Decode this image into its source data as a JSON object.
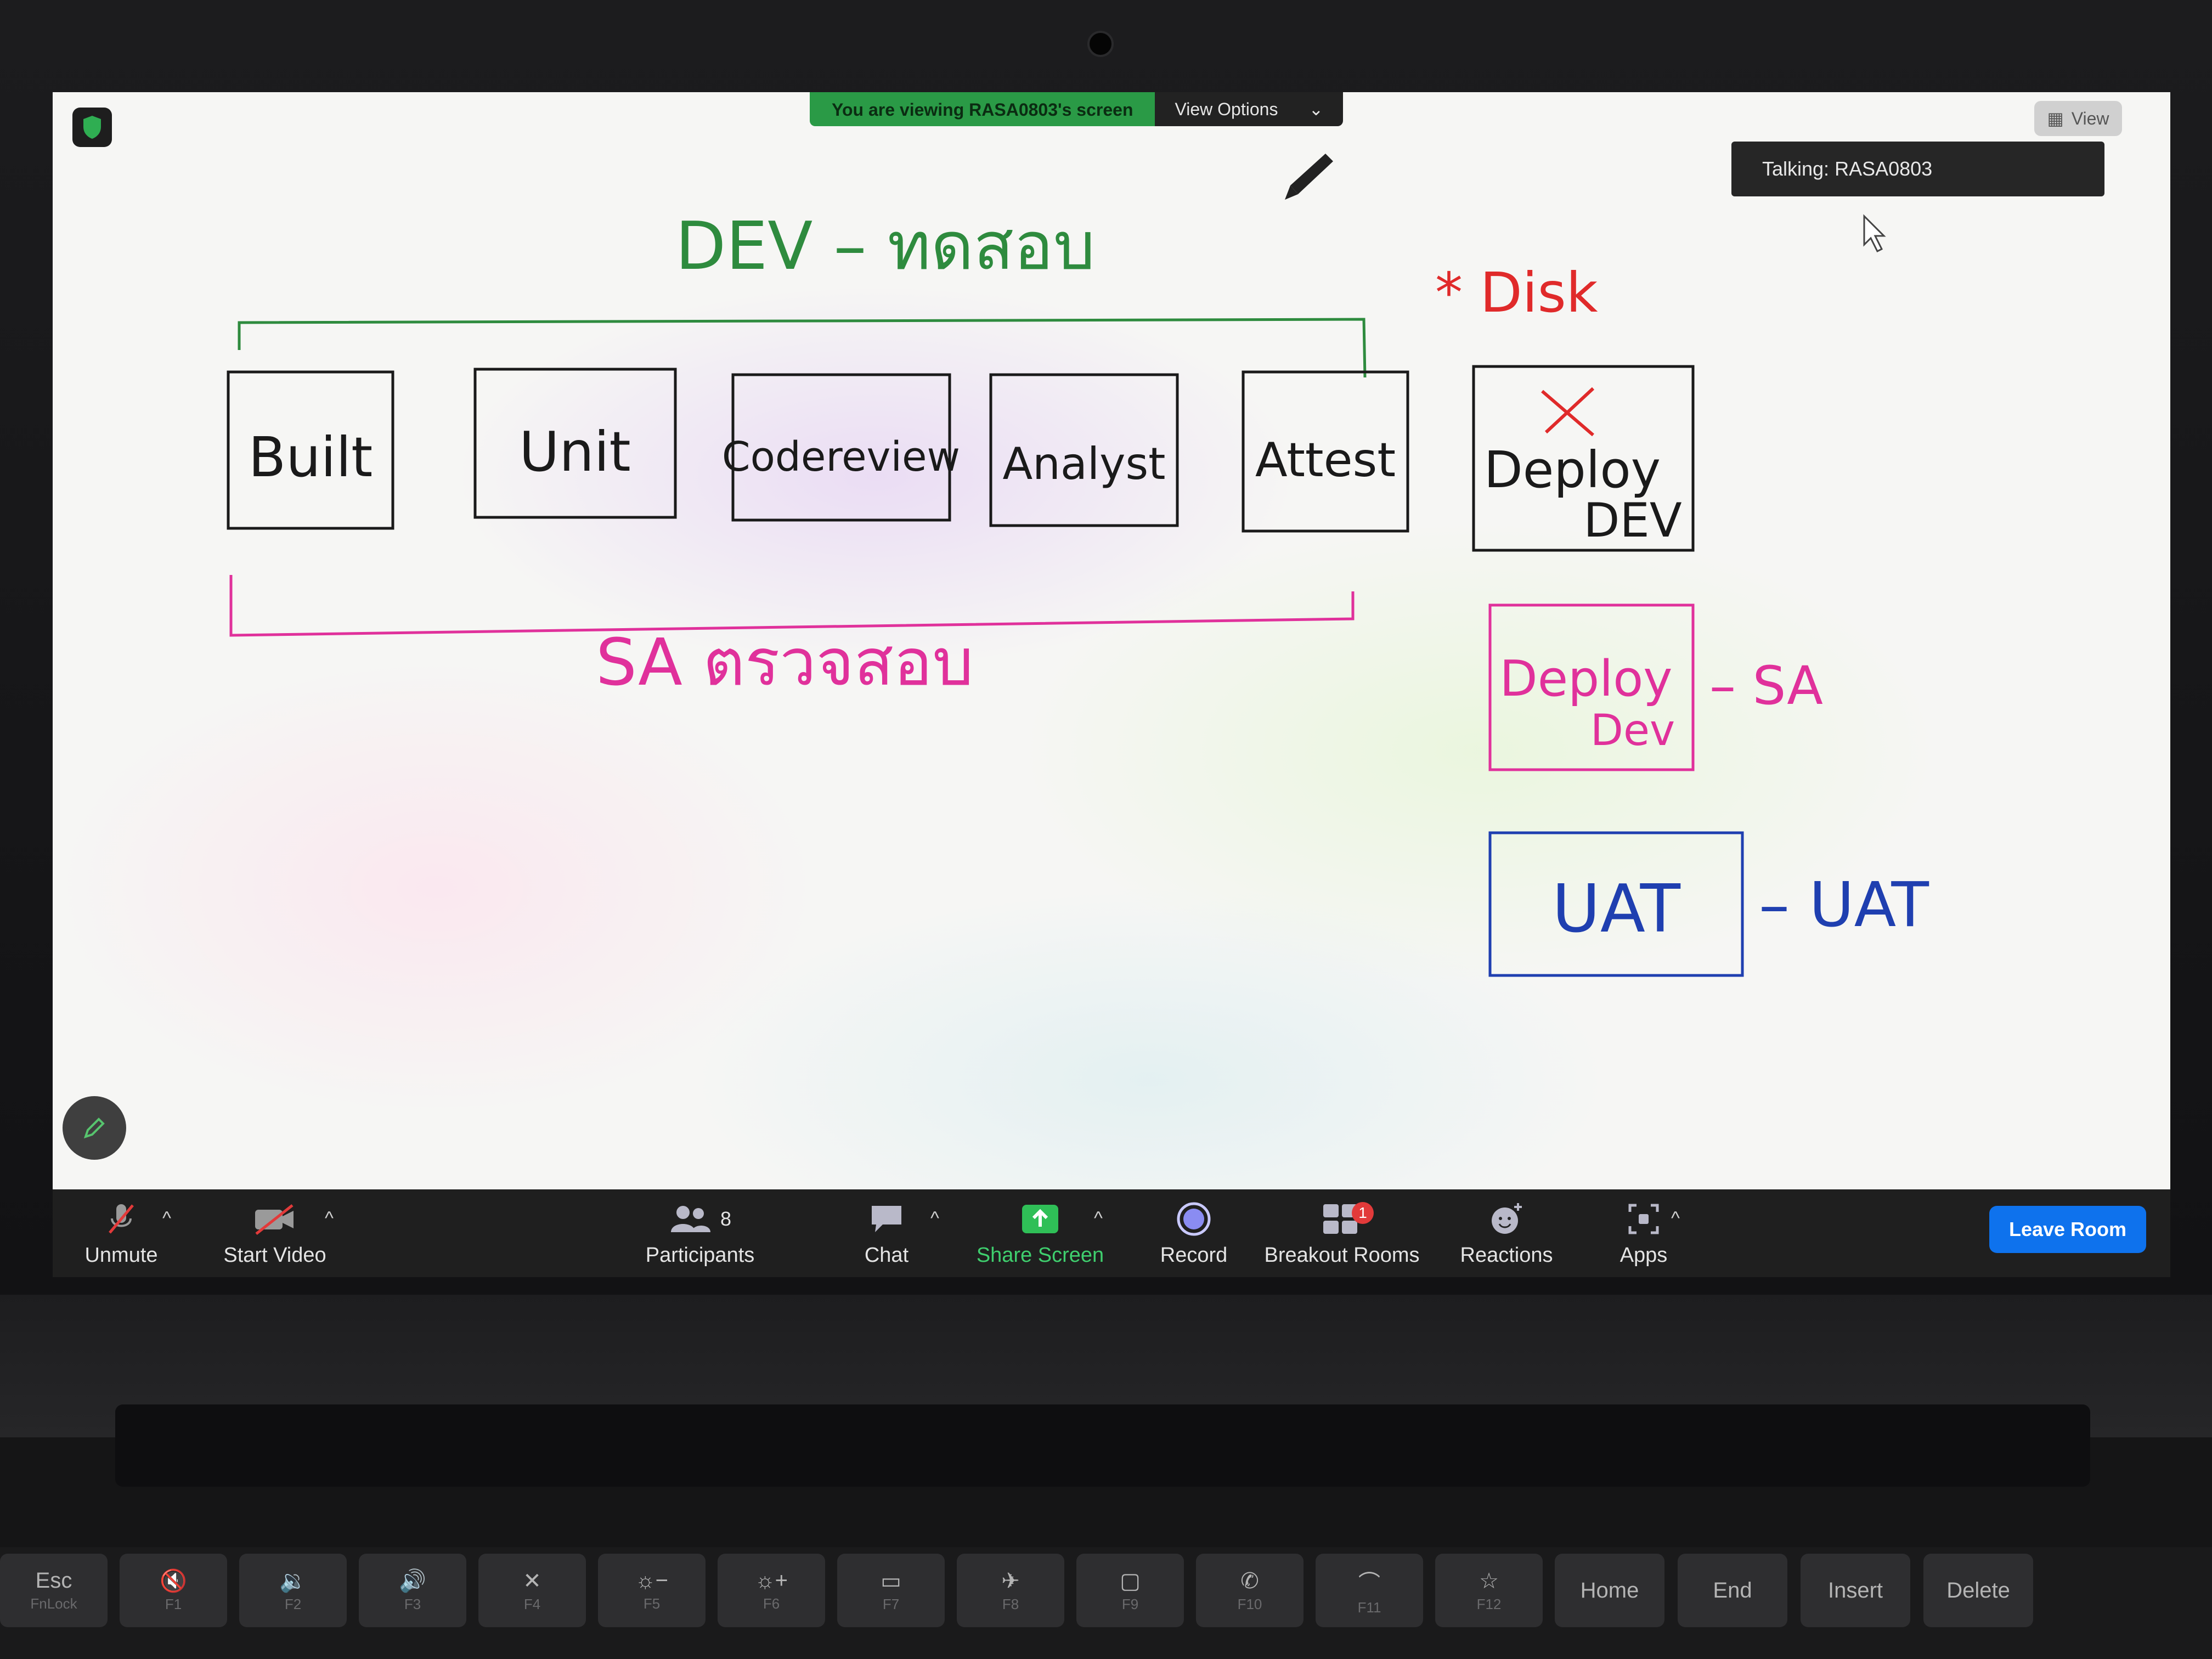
{
  "share_bar": {
    "banner_text": "You are viewing RASA0803's screen",
    "view_options_label": "View Options",
    "view_button_label": "View"
  },
  "talking_indicator": "Talking: RASA0803",
  "whiteboard": {
    "texts": {
      "dev_title": "DEV – ทดสอบ",
      "disk_note": "* Disk",
      "sa_note": "SA ตรวจสอบ",
      "dash_sa": "– SA",
      "dash_uat": "– UAT",
      "box_built": "Built",
      "box_unit": "Unit",
      "box_codereview": "Codereview",
      "box_analyst": "Analyst",
      "box_attest": "Attest",
      "box_deploy1_a": "Deploy",
      "box_deploy1_b": "DEV",
      "box_deploy2_a": "Deploy",
      "box_deploy2_b": "Dev",
      "box_uat": "UAT"
    },
    "colors": {
      "ink_black": "#1a1a1a",
      "ink_green": "#2e8b3e",
      "ink_red": "#e02a2a",
      "ink_pink": "#e0319b",
      "ink_blue": "#1f3fb0"
    }
  },
  "toolbar": {
    "unmute_label": "Unmute",
    "start_video_label": "Start Video",
    "participants_label": "Participants",
    "participants_count": "8",
    "chat_label": "Chat",
    "share_screen_label": "Share Screen",
    "record_label": "Record",
    "breakout_label": "Breakout Rooms",
    "breakout_badge": "1",
    "reactions_label": "Reactions",
    "apps_label": "Apps",
    "leave_label": "Leave Room"
  },
  "keyboard": {
    "keys": [
      {
        "label": "Esc",
        "sub": "FnLock"
      },
      {
        "label": "🔇",
        "sub": "F1"
      },
      {
        "label": "🔉",
        "sub": "F2"
      },
      {
        "label": "🔊",
        "sub": "F3"
      },
      {
        "label": "✕",
        "sub": "F4"
      },
      {
        "label": "☼−",
        "sub": "F5"
      },
      {
        "label": "☼+",
        "sub": "F6"
      },
      {
        "label": "▭",
        "sub": "F7"
      },
      {
        "label": "✈",
        "sub": "F8"
      },
      {
        "label": "▢",
        "sub": "F9"
      },
      {
        "label": "✆",
        "sub": "F10"
      },
      {
        "label": "⌒",
        "sub": "F11"
      },
      {
        "label": "☆",
        "sub": "F12"
      },
      {
        "label": "Home",
        "sub": ""
      },
      {
        "label": "End",
        "sub": ""
      },
      {
        "label": "Insert",
        "sub": ""
      },
      {
        "label": "Delete",
        "sub": ""
      }
    ]
  }
}
